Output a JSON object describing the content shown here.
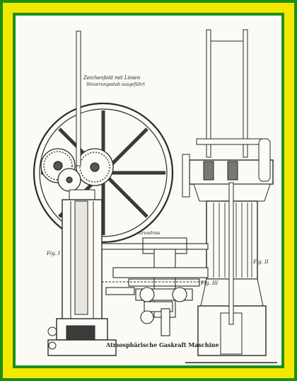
{
  "annotations": {
    "top_note_line1": "Zeichenfeld mit Linien",
    "top_note_line2": "Steuerungsstab ausgeführt",
    "fig1": "Fig. I",
    "fig2": "Fig. II",
    "fig3": "Fig. III",
    "grundriss": "Grundriss",
    "caption": "Atmosphärische Gaskraft Maschine"
  },
  "colors": {
    "frame_green": "#1f8f14",
    "frame_yellow": "#f3e900",
    "paper": "#fbfaf4",
    "ink": "#222222"
  }
}
